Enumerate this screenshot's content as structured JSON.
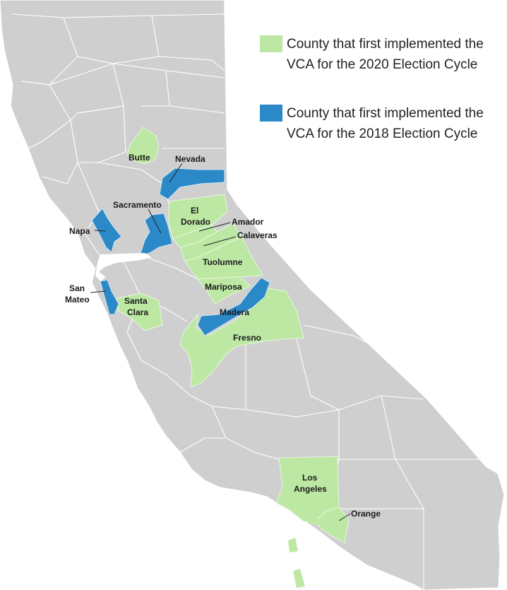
{
  "legend": [
    {
      "label": "County that first implemented the VCA for the 2020 Election Cycle",
      "color": "#bde8a4"
    },
    {
      "label": "County that first implemented the VCA for the 2018 Election Cycle",
      "color": "#2c89c7"
    }
  ],
  "colors": {
    "state": "#cfcfcf",
    "borders": "#ffffff",
    "vca_2020": "#bde8a4",
    "vca_2018": "#2c89c7"
  },
  "counties": {
    "butte": {
      "label": "Butte",
      "cycle": "2020"
    },
    "nevada": {
      "label": "Nevada",
      "cycle": "2018"
    },
    "sacramento": {
      "label": "Sacramento",
      "cycle": "2018"
    },
    "el_dorado": {
      "label_line1": "El",
      "label_line2": "Dorado",
      "cycle": "2020"
    },
    "amador": {
      "label": "Amador",
      "cycle": "2020"
    },
    "calaveras": {
      "label": "Calaveras",
      "cycle": "2020"
    },
    "napa": {
      "label": "Napa",
      "cycle": "2018"
    },
    "tuolumne": {
      "label": "Tuolumne",
      "cycle": "2020"
    },
    "mariposa": {
      "label": "Mariposa",
      "cycle": "2020"
    },
    "san_mateo": {
      "label_line1": "San",
      "label_line2": "Mateo",
      "cycle": "2018"
    },
    "santa_clara": {
      "label_line1": "Santa",
      "label_line2": "Clara",
      "cycle": "2020"
    },
    "madera": {
      "label": "Madera",
      "cycle": "2018"
    },
    "fresno": {
      "label": "Fresno",
      "cycle": "2020"
    },
    "los_angeles": {
      "label_line1": "Los",
      "label_line2": "Angeles",
      "cycle": "2020"
    },
    "orange": {
      "label": "Orange",
      "cycle": "2020"
    }
  }
}
